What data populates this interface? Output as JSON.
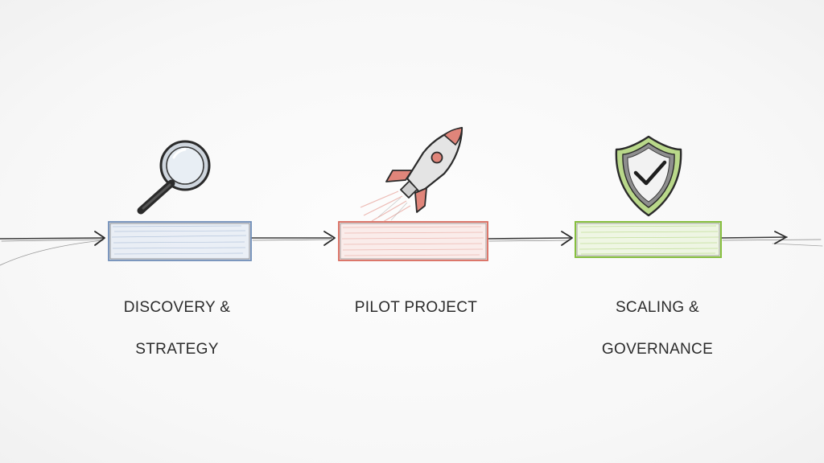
{
  "stages": [
    {
      "label_lines": [
        "DISCOVERY &",
        "STRATEGY"
      ],
      "icon": "magnifying-glass-icon",
      "color": "#8aa4c8"
    },
    {
      "label_lines": [
        "PILOT PROJECT"
      ],
      "icon": "rocket-icon",
      "color": "#e0857a"
    },
    {
      "label_lines": [
        "SCALING &",
        "GOVERNANCE"
      ],
      "icon": "shield-check-icon",
      "color": "#9ccc5a"
    }
  ]
}
